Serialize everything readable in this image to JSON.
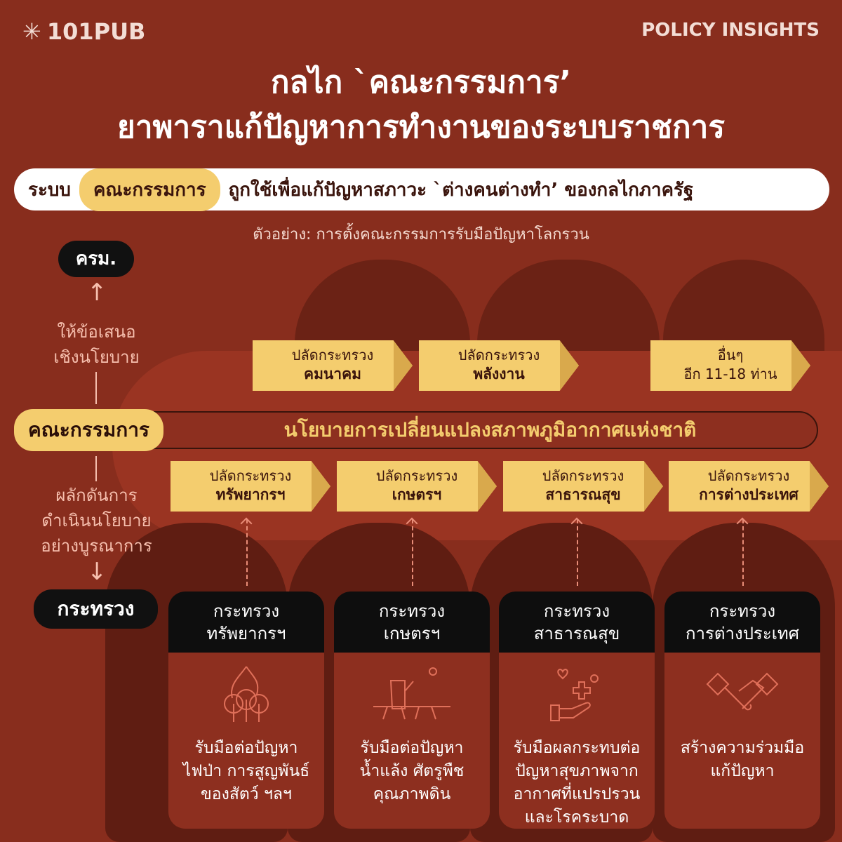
{
  "brand": {
    "logo": "101PUB",
    "section": "POLICY INSIGHTS"
  },
  "title": {
    "line1": "กลไก `คณะกรรมการ’",
    "line2": "ยาพาราแก้ปัญหาการทำงานของระบบราชการ"
  },
  "banner": {
    "prefix": "ระบบ",
    "highlight": "คณะกรรมการ",
    "rest": "ถูกใช้เพื่อแก้ปัญหาสภาวะ `ต่างคนต่างทำ’ ของกลไกภาครัฐ"
  },
  "example": "ตัวอย่าง: การตั้งคณะกรรมการรับมือปัญหาโลกรวน",
  "levels": {
    "cabinet": "ครม.",
    "committee": "คณะกรรมการ",
    "ministry": "กระทรวง"
  },
  "side_labels": {
    "up": "ให้ข้อเสนอเชิงนโยบาย",
    "up_l1": "ให้ข้อเสนอ",
    "up_l2": "เชิงนโยบาย",
    "down_l1": "ผลักดันการ",
    "down_l2": "ดำเนินนโยบาย",
    "down_l3": "อย่างบูรณาการ"
  },
  "committee_name": "นโยบายการเปลี่ยนแปลงสภาพภูมิอากาศแห่งชาติ",
  "top_tags": [
    {
      "l1": "ปลัดกระทรวง",
      "l2": "คมนาคม"
    },
    {
      "l1": "ปลัดกระทรวง",
      "l2": "พลังงาน"
    },
    {
      "l1": "อื่นๆ",
      "l2": "อีก 11-18 ท่าน"
    }
  ],
  "bottom_tags": [
    {
      "l1": "ปลัดกระทรวง",
      "l2": "ทรัพยากรฯ"
    },
    {
      "l1": "ปลัดกระทรวง",
      "l2": "เกษตรฯ"
    },
    {
      "l1": "ปลัดกระทรวง",
      "l2": "สาธารณสุข"
    },
    {
      "l1": "ปลัดกระทรวง",
      "l2": "การต่างประเทศ"
    }
  ],
  "ministries": [
    {
      "h1": "กระทรวง",
      "h2": "ทรัพยากรฯ",
      "icon": "forest-fire-icon",
      "t1": "รับมือต่อปัญหา",
      "t2": "ไฟป่า การสูญพันธ์",
      "t3": "ของสัตว์ ฯลฯ",
      "t4": ""
    },
    {
      "h1": "กระทรวง",
      "h2": "เกษตรฯ",
      "icon": "drought-stump-icon",
      "t1": "รับมือต่อปัญหา",
      "t2": "น้ำแล้ง ศัตรูพืช",
      "t3": "คุณภาพดิน",
      "t4": ""
    },
    {
      "h1": "กระทรวง",
      "h2": "สาธารณสุข",
      "icon": "health-care-hand-icon",
      "t1": "รับมือผลกระทบต่อ",
      "t2": "ปัญหาสุขภาพจาก",
      "t3": "อากาศที่แปรปรวน",
      "t4": "และโรคระบาด"
    },
    {
      "h1": "กระทรวง",
      "h2": "การต่างประเทศ",
      "icon": "handshake-icon",
      "t1": "สร้างความร่วมมือ",
      "t2": "แก้ปัญหา",
      "t3": "",
      "t4": ""
    }
  ],
  "colors": {
    "bg": "#882d1d",
    "accent": "#f4cd6e",
    "dark": "#111111"
  }
}
